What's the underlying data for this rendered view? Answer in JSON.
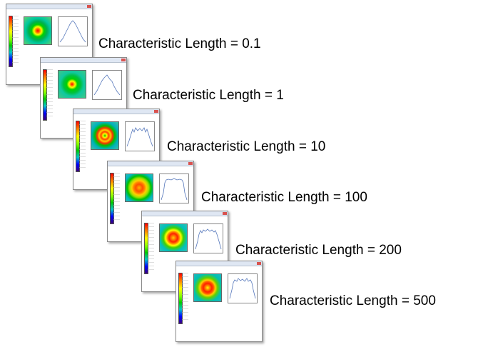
{
  "labels": [
    "Characteristic Length = 0.1",
    "Characteristic Length = 1",
    "Characteristic Length = 10",
    "Characteristic Length = 100",
    "Characteristic Length = 200",
    "Characteristic Length = 500"
  ],
  "colors": {
    "red": "#ff0000",
    "yellow": "#ffff00",
    "green": "#00c800",
    "blue": "#0000ff",
    "close": "#d9534f"
  }
}
